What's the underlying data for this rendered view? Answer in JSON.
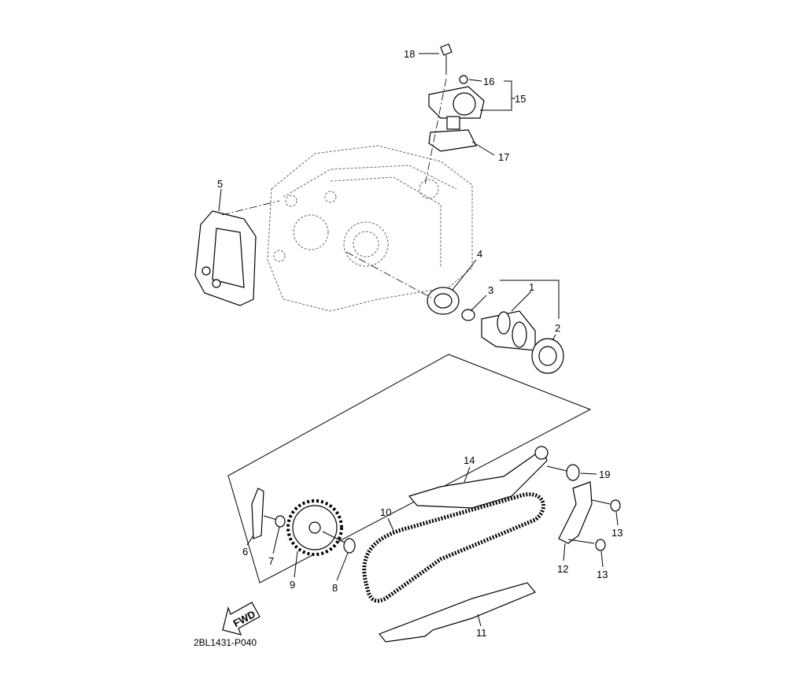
{
  "diagram": {
    "code": "2BL1431-P040",
    "fwd_label": "FWD",
    "callouts": {
      "c1": "1",
      "c2": "2",
      "c3": "3",
      "c4": "4",
      "c5": "5",
      "c6": "6",
      "c7": "7",
      "c8": "8",
      "c9": "9",
      "c10": "10",
      "c11": "11",
      "c12": "12",
      "c13a": "13",
      "c13b": "13",
      "c14": "14",
      "c15": "15",
      "c16": "16",
      "c17": "17",
      "c18": "18",
      "c19": "19"
    }
  }
}
